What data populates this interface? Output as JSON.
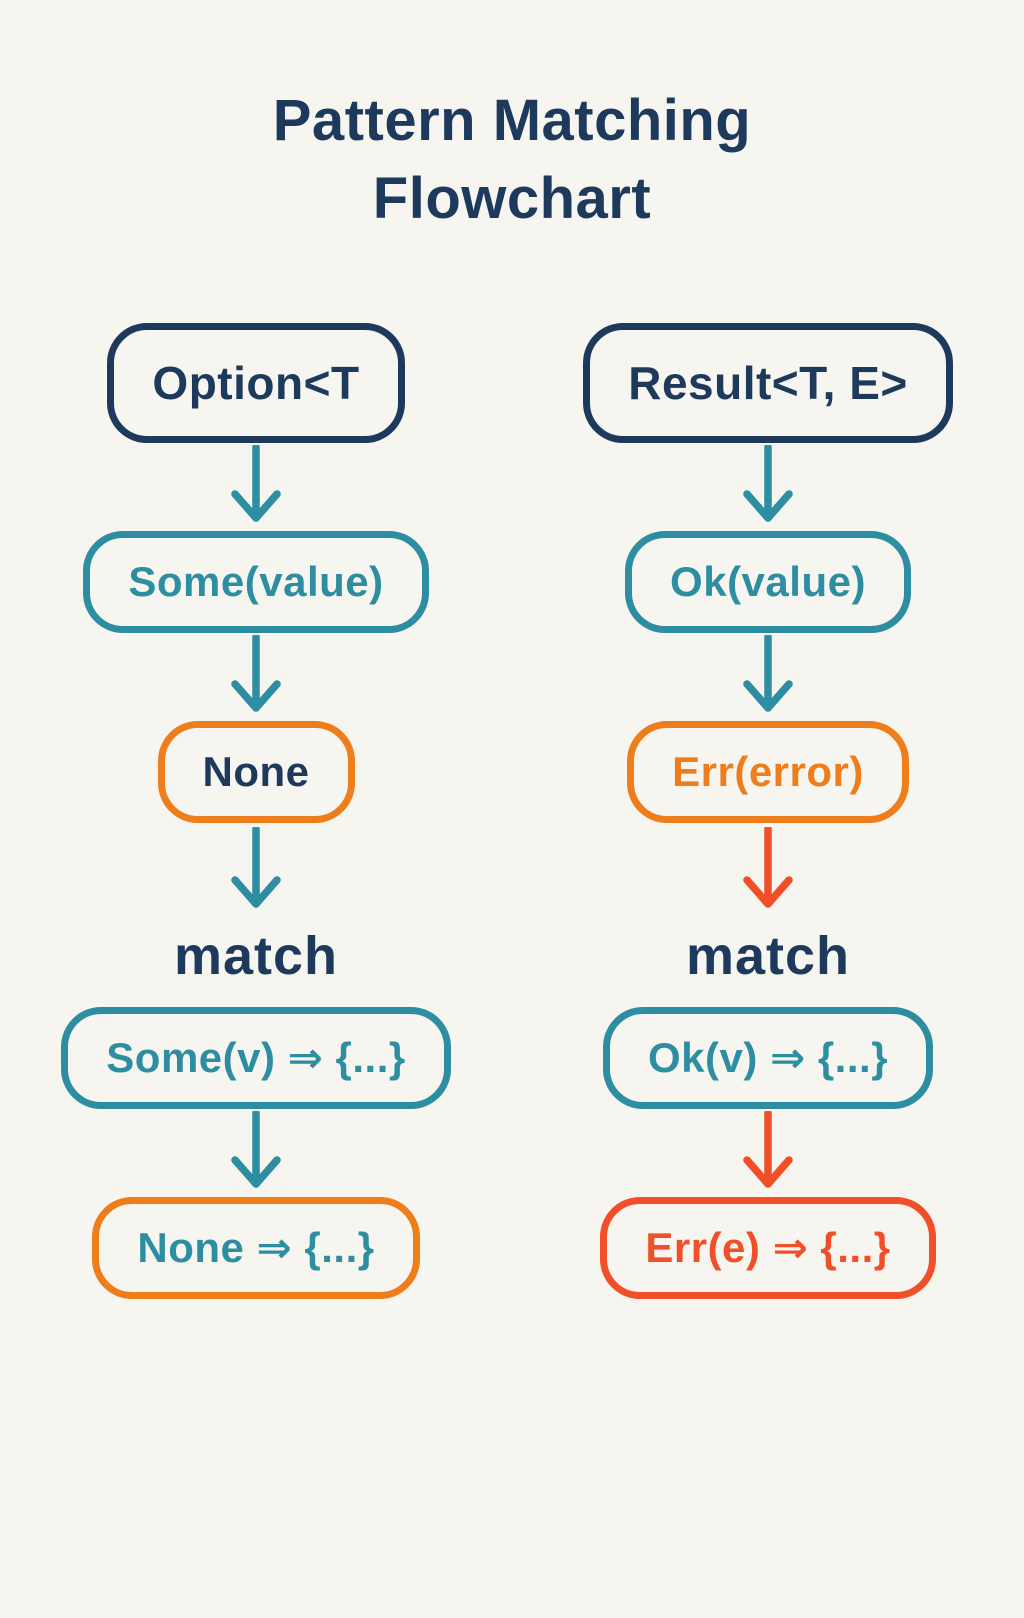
{
  "title": {
    "line1": "Pattern Matching",
    "line2": "Flowchart"
  },
  "colors": {
    "background": "#f7f5f0",
    "navy": "#1d3a5c",
    "teal": "#2d8da1",
    "orange": "#ee7d1b",
    "red_orange": "#f04f28"
  },
  "flowchart": {
    "left": {
      "name": "Option column",
      "nodes": [
        {
          "label": "Option<T",
          "border": "navy",
          "text": "navy"
        },
        {
          "label": "Some(value)",
          "border": "teal",
          "text": "teal"
        },
        {
          "label": "None",
          "border": "orange",
          "text": "navy"
        },
        {
          "label": "Some(v) ⇒ {...}",
          "border": "teal",
          "text": "teal"
        },
        {
          "label": "None ⇒ {...}",
          "border": "orange",
          "text": "teal"
        }
      ],
      "match_label": "match",
      "arrows": [
        "teal",
        "teal",
        "teal",
        "teal"
      ]
    },
    "right": {
      "name": "Result column",
      "nodes": [
        {
          "label": "Result<T, E>",
          "border": "navy",
          "text": "navy"
        },
        {
          "label": "Ok(value)",
          "border": "teal",
          "text": "teal"
        },
        {
          "label": "Err(error)",
          "border": "orange",
          "text": "orange"
        },
        {
          "label": "Ok(v) ⇒ {...}",
          "border": "teal",
          "text": "teal"
        },
        {
          "label": "Err(e) ⇒ {...}",
          "border": "red",
          "text": "red"
        }
      ],
      "match_label": "match",
      "arrows": [
        "teal",
        "teal",
        "red_orange",
        "red_orange"
      ]
    }
  }
}
